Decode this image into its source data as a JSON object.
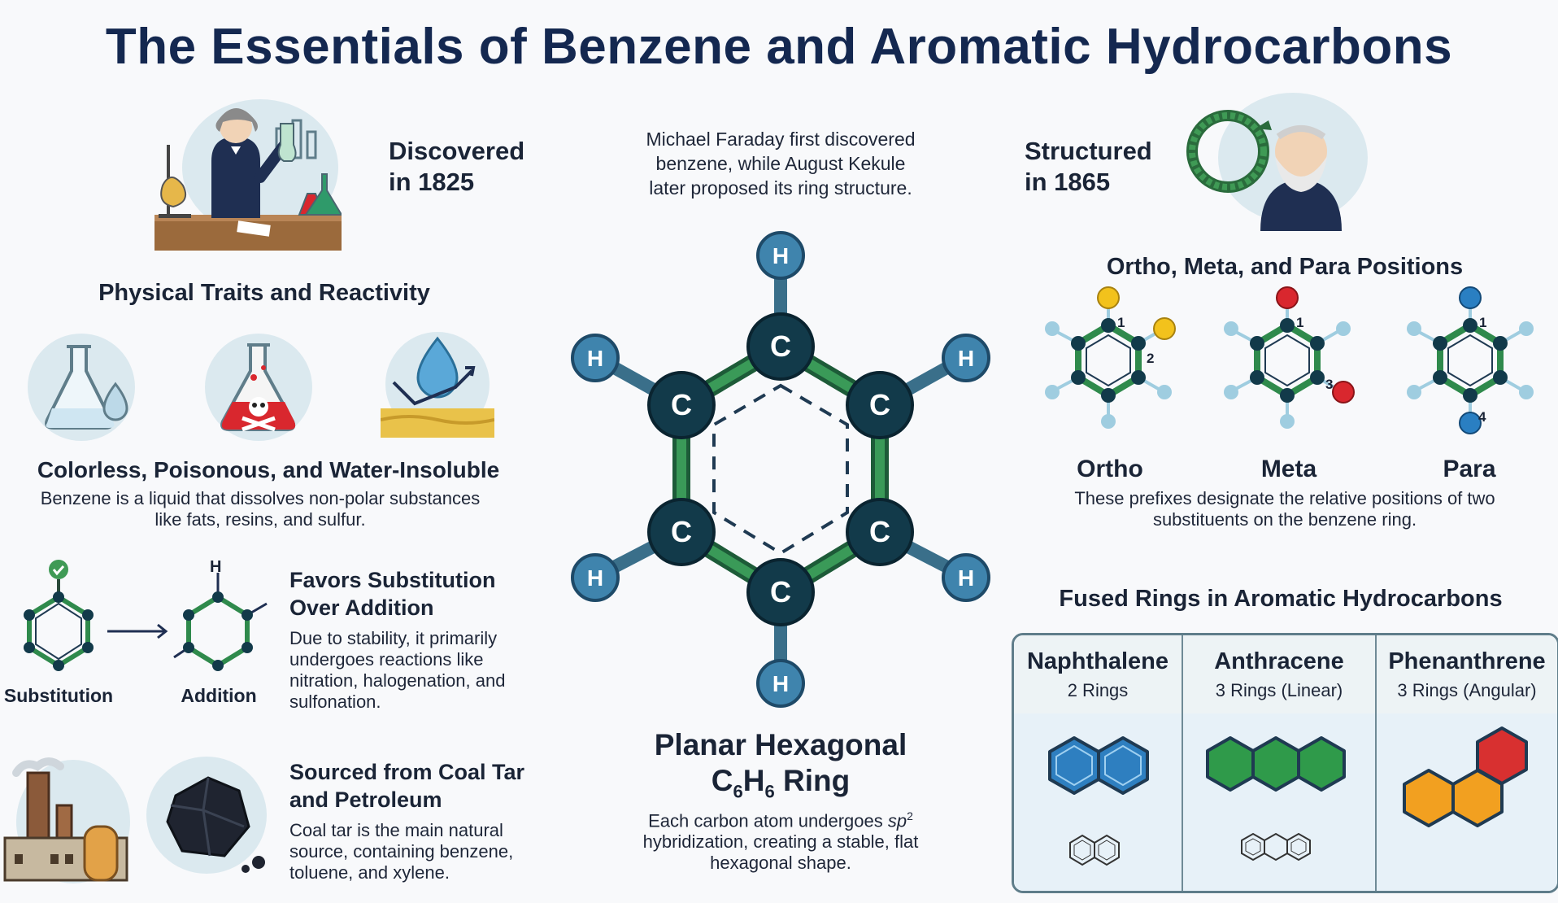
{
  "title": "The Essentials of Benzene and Aromatic Hydrocarbons",
  "discovery": {
    "discovered_line1": "Discovered",
    "discovered_line2": "in 1825",
    "structured_line1": "Structured",
    "structured_line2": "in 1865",
    "note_line1": "Michael Faraday first discovered",
    "note_line2": "benzene, while August Kekule",
    "note_line3": "later proposed its ring structure."
  },
  "physical": {
    "heading": "Physical Traits and Reactivity",
    "subheading": "Colorless, Poisonous, and Water-Insoluble",
    "desc_line1": "Benzene is a liquid that dissolves non-polar substances",
    "desc_line2": "like fats, resins, and sulfur."
  },
  "substitution": {
    "label_substitution": "Substitution",
    "label_addition": "Addition",
    "h_atom": "H",
    "heading_line1": "Favors Substitution",
    "heading_line2": "Over Addition",
    "desc_line1": "Due to stability, it primarily",
    "desc_line2": "undergoes reactions like",
    "desc_line3": "nitration, halogenation, and",
    "desc_line4": "sulfonation."
  },
  "source": {
    "heading_line1": "Sourced from Coal Tar",
    "heading_line2": "and Petroleum",
    "desc_line1": "Coal tar is the main natural",
    "desc_line2": "source, containing benzene,",
    "desc_line3": "toluene, and xylene."
  },
  "molecule": {
    "carbon": "C",
    "hydrogen": "H",
    "heading_line1": "Planar Hexagonal",
    "formula_c": "C",
    "formula_c_sub": "6",
    "formula_h": "H",
    "formula_h_sub": "6",
    "formula_suffix": " Ring",
    "desc_line1_a": "Each carbon atom undergoes ",
    "desc_line1_b": "sp",
    "desc_line1_sup": "2",
    "desc_line2": "hybridization, creating a stable, flat",
    "desc_line3": "hexagonal shape."
  },
  "positions": {
    "heading": "Ortho, Meta, and Para Positions",
    "ortho": "Ortho",
    "meta": "Meta",
    "para": "Para",
    "num1": "1",
    "num2": "2",
    "num3": "3",
    "num4": "4",
    "desc_line1": "These prefixes designate the relative positions of two",
    "desc_line2": "substituents on the benzene ring."
  },
  "fused": {
    "heading": "Fused Rings in Aromatic Hydrocarbons",
    "columns": [
      {
        "name": "Naphthalene",
        "sub": "2 Rings"
      },
      {
        "name": "Anthracene",
        "sub": "3 Rings (Linear)"
      },
      {
        "name": "Phenanthrene",
        "sub": "3 Rings (Angular)"
      }
    ]
  },
  "colors": {
    "title": "#142850",
    "carbon_atom": "#123a4a",
    "hydrogen_atom": "#3f84ad",
    "bond_green": "#2f8a4c",
    "ortho_yellow": "#f2c21c",
    "meta_red": "#d9272e",
    "para_blue": "#2a7fc2",
    "naphthalene": "#2e7fc0",
    "anthracene": "#2f9a4a",
    "phenanthrene_orange": "#f2a020",
    "phenanthrene_red": "#d83030"
  }
}
